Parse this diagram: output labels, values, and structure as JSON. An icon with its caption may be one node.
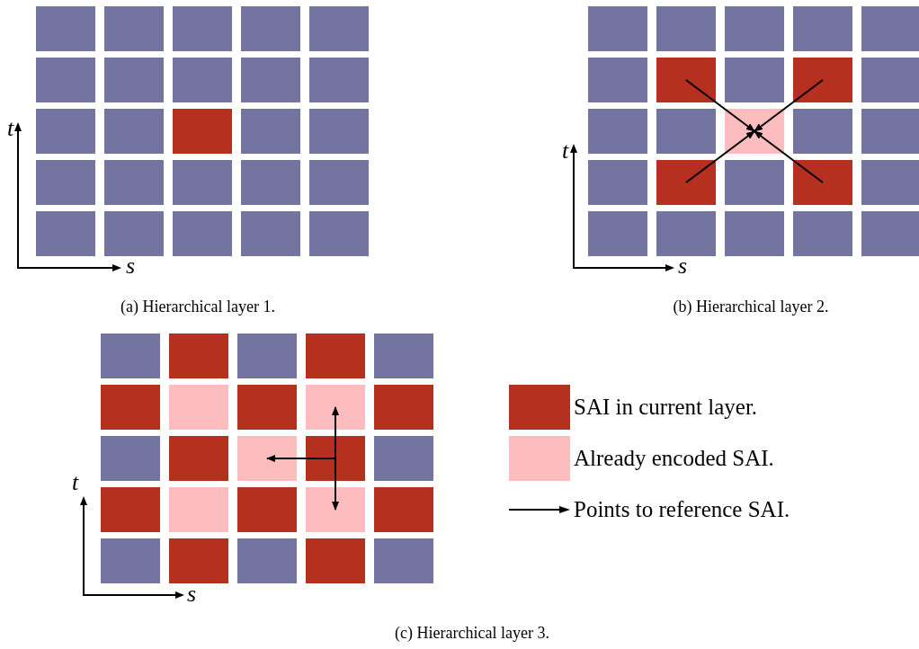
{
  "diagram": {
    "nodes": [
      {
        "text": [],
        "shape": "box"
      },
      {
        "text": [],
        "shape": "box"
      },
      {
        "text": [],
        "shape": "box"
      },
      {
        "text": [],
        "shape": "box"
      },
      {
        "text": [],
        "shape": "box"
      },
      {
        "text": [],
        "shape": "box"
      },
      {
        "text": [],
        "shape": "box"
      },
      {
        "text": [],
        "shape": "box"
      },
      {
        "text": [],
        "shape": "box"
      },
      {
        "text": [],
        "shape": "box"
      },
      {
        "text": [],
        "shape": "box"
      },
      {
        "text": [],
        "shape": "box"
      },
      {
        "text": [],
        "shape": "box"
      },
      {
        "text": [],
        "shape": "box"
      },
      {
        "text": [],
        "shape": "box"
      },
      {
        "text": [],
        "shape": "box"
      },
      {
        "text": [],
        "shape": "box"
      },
      {
        "text": [],
        "shape": "box"
      },
      {
        "text": [],
        "shape": "box"
      },
      {
        "text": [],
        "shape": "box"
      },
      {
        "text": [],
        "shape": "box"
      },
      {
        "text": [],
        "shape": "box"
      },
      {
        "text": [],
        "shape": "box"
      },
      {
        "text": [],
        "shape": "box"
      },
      {
        "text": [],
        "shape": "box"
      },
      {
        "text": [],
        "shape": "box"
      },
      {
        "text": [],
        "shape": "box"
      },
      {
        "text": [],
        "shape": "box"
      },
      {
        "text": [],
        "shape": "box"
      },
      {
        "text": [],
        "shape": "box"
      },
      {
        "text": [],
        "shape": "box"
      },
      {
        "text": [],
        "shape": "box"
      },
      {
        "text": [],
        "shape": "box"
      },
      {
        "text": [],
        "shape": "box"
      },
      {
        "text": [],
        "shape": "box"
      },
      {
        "text": [],
        "shape": "box"
      },
      {
        "text": [],
        "shape": "box"
      },
      {
        "text": [],
        "shape": "box"
      },
      {
        "text": [],
        "shape": "box"
      },
      {
        "text": [],
        "shape": "box"
      },
      {
        "text": [],
        "shape": "box"
      },
      {
        "text": [],
        "shape": "box"
      },
      {
        "text": [],
        "shape": "box"
      },
      {
        "text": [],
        "shape": "box"
      },
      {
        "text": [],
        "shape": "box"
      },
      {
        "text": [],
        "shape": "box"
      },
      {
        "text": [],
        "shape": "box"
      },
      {
        "text": [],
        "shape": "box"
      },
      {
        "text": [],
        "shape": "box"
      },
      {
        "text": [],
        "shape": "box"
      },
      {
        "text": [],
        "shape": "box"
      },
      {
        "text": [],
        "shape": "box"
      },
      {
        "text": [],
        "shape": "box"
      },
      {
        "text": [],
        "shape": "box"
      },
      {
        "text": [],
        "shape": "box"
      },
      {
        "text": [],
        "shape": "box"
      },
      {
        "text": [],
        "shape": "box"
      },
      {
        "text": [],
        "shape": "box"
      },
      {
        "text": [],
        "shape": "box"
      },
      {
        "text": [],
        "shape": "box"
      },
      {
        "text": [],
        "shape": "box"
      },
      {
        "text": [],
        "shape": "box"
      },
      {
        "text": [],
        "shape": "box"
      },
      {
        "text": [],
        "shape": "box"
      },
      {
        "text": [],
        "shape": "box"
      },
      {
        "text": [],
        "shape": "box"
      },
      {
        "text": [],
        "shape": "box"
      },
      {
        "text": [],
        "shape": "box"
      },
      {
        "text": [],
        "shape": "box"
      },
      {
        "text": [],
        "shape": "box"
      },
      {
        "text": [],
        "shape": "box"
      },
      {
        "text": [],
        "shape": "box"
      },
      {
        "text": [],
        "shape": "box"
      },
      {
        "text": [],
        "shape": "box"
      },
      {
        "text": [],
        "shape": "box"
      }
    ],
    "edges": [
      {
        "from": 31,
        "to": 37,
        "arrow": "to"
      },
      {
        "from": 33,
        "to": 37,
        "arrow": "to"
      },
      {
        "from": 41,
        "to": 37,
        "arrow": "to"
      },
      {
        "from": 43,
        "to": 37,
        "arrow": "to"
      },
      {
        "from": 63,
        "to": 58,
        "arrow": "to"
      },
      {
        "from": 63,
        "to": 62,
        "arrow": "to"
      },
      {
        "from": 63,
        "to": 68,
        "arrow": "to"
      }
    ],
    "labels": [
      "t",
      "s",
      "(a) Hierarchical layer 1.",
      "t",
      "s",
      "(b) Hierarchical layer 2.",
      "t",
      "s",
      "(c) Hierarchical layer 3."
    ],
    "legend": [
      {
        "text": "SAI in current layer.",
        "color": "#b5301f"
      },
      {
        "text": "Already encoded SAI.",
        "color": "#fdbdbf"
      },
      {
        "text": "Points to reference SAI."
      }
    ]
  }
}
